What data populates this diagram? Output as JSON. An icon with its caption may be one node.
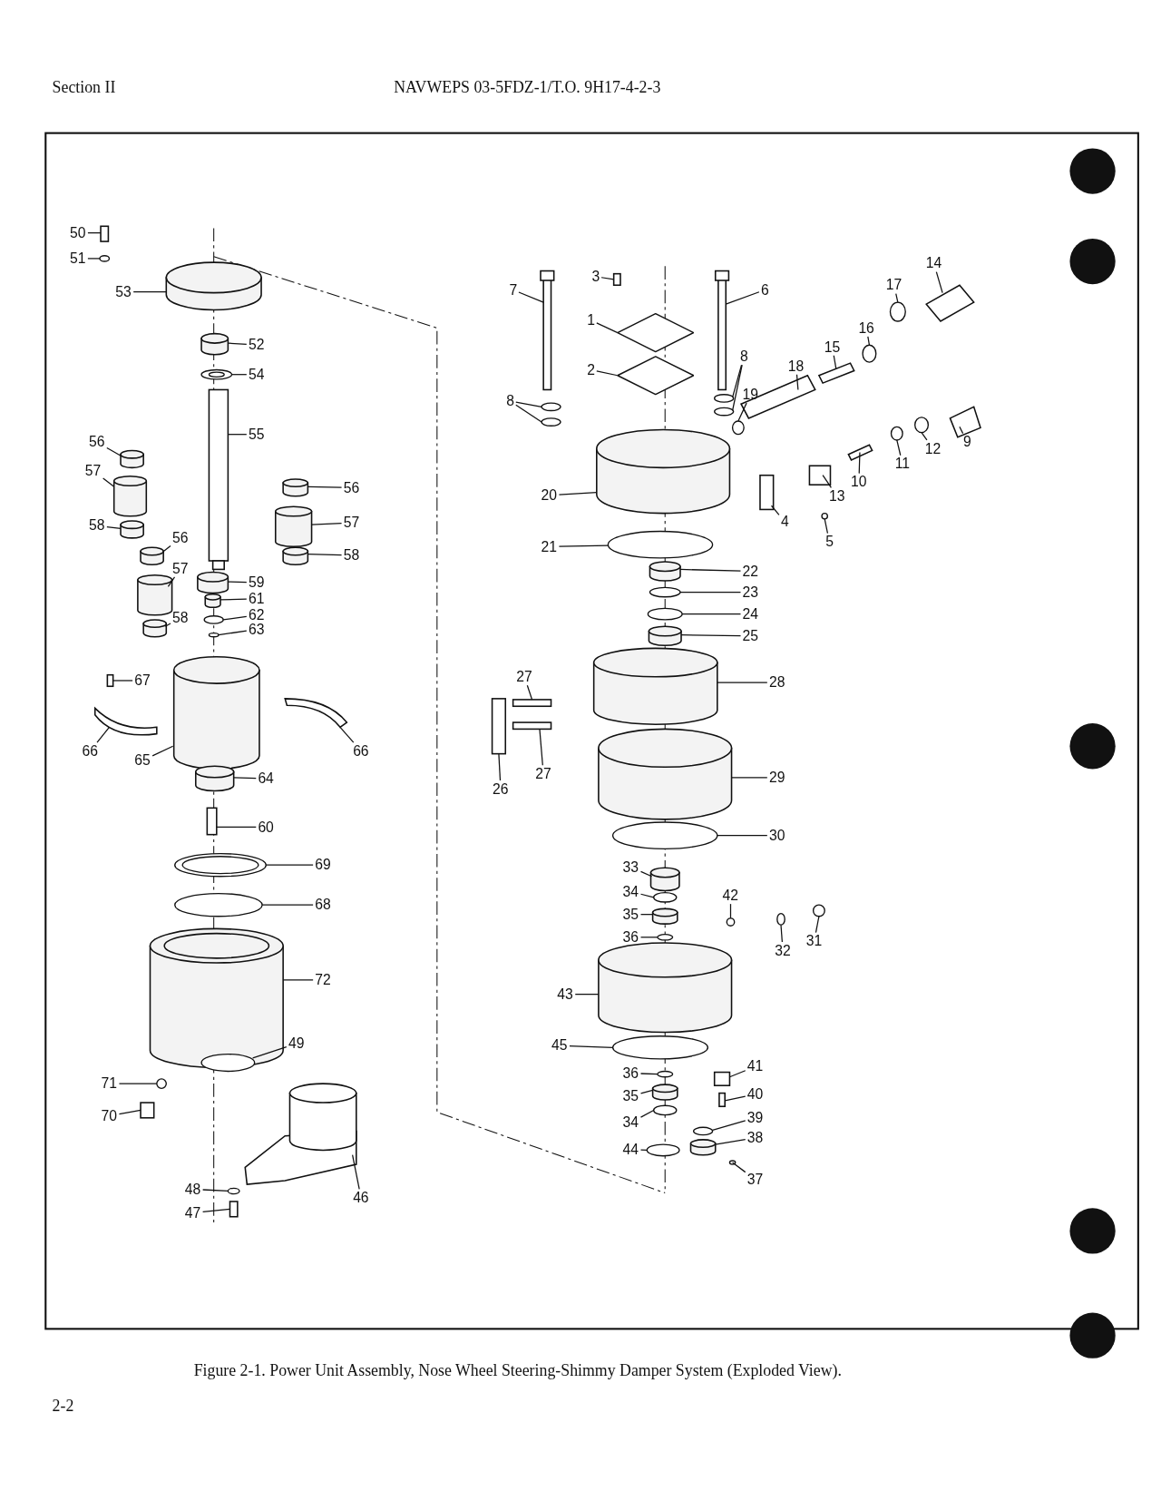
{
  "diagram": {
    "caption": "Figure 2-1. Power Unit Assembly, Nose Wheel Steering-Shimmy Damper System (Exploded View).",
    "nodes": [
      {
        "text": [
          "50"
        ]
      },
      {
        "text": [
          "51"
        ]
      },
      {
        "text": [
          "53"
        ]
      },
      {
        "text": [
          "52"
        ]
      },
      {
        "text": [
          "54"
        ]
      },
      {
        "text": [
          "55"
        ]
      },
      {
        "text": [
          "56"
        ]
      },
      {
        "text": [
          "57"
        ]
      },
      {
        "text": [
          "58"
        ]
      },
      {
        "text": [
          "56"
        ]
      },
      {
        "text": [
          "57"
        ]
      },
      {
        "text": [
          "58"
        ]
      },
      {
        "text": [
          "56"
        ]
      },
      {
        "text": [
          "57"
        ]
      },
      {
        "text": [
          "58"
        ]
      },
      {
        "text": [
          "59"
        ]
      },
      {
        "text": [
          "61"
        ]
      },
      {
        "text": [
          "62"
        ]
      },
      {
        "text": [
          "63"
        ]
      },
      {
        "text": [
          "67"
        ]
      },
      {
        "text": [
          "66"
        ]
      },
      {
        "text": [
          "65"
        ]
      },
      {
        "text": [
          "66"
        ]
      },
      {
        "text": [
          "64"
        ]
      },
      {
        "text": [
          "60"
        ]
      },
      {
        "text": [
          "69"
        ]
      },
      {
        "text": [
          "68"
        ]
      },
      {
        "text": [
          "72"
        ]
      },
      {
        "text": [
          "49"
        ]
      },
      {
        "text": [
          "71"
        ]
      },
      {
        "text": [
          "70"
        ]
      },
      {
        "text": [
          "46"
        ]
      },
      {
        "text": [
          "48"
        ]
      },
      {
        "text": [
          "47"
        ]
      },
      {
        "text": [
          "7"
        ]
      },
      {
        "text": [
          "3"
        ]
      },
      {
        "text": [
          "1"
        ]
      },
      {
        "text": [
          "2"
        ]
      },
      {
        "text": [
          "6"
        ]
      },
      {
        "text": [
          "8"
        ]
      },
      {
        "text": [
          "8"
        ]
      },
      {
        "text": [
          "14"
        ]
      },
      {
        "text": [
          "17"
        ]
      },
      {
        "text": [
          "16"
        ]
      },
      {
        "text": [
          "15"
        ]
      },
      {
        "text": [
          "18"
        ]
      },
      {
        "text": [
          "19"
        ]
      },
      {
        "text": [
          "9"
        ]
      },
      {
        "text": [
          "12"
        ]
      },
      {
        "text": [
          "11"
        ]
      },
      {
        "text": [
          "10"
        ]
      },
      {
        "text": [
          "13"
        ]
      },
      {
        "text": [
          "20"
        ]
      },
      {
        "text": [
          "4"
        ]
      },
      {
        "text": [
          "5"
        ]
      },
      {
        "text": [
          "21"
        ]
      },
      {
        "text": [
          "22"
        ]
      },
      {
        "text": [
          "23"
        ]
      },
      {
        "text": [
          "24"
        ]
      },
      {
        "text": [
          "25"
        ]
      },
      {
        "text": [
          "27"
        ]
      },
      {
        "text": [
          "28"
        ]
      },
      {
        "text": [
          "26"
        ]
      },
      {
        "text": [
          "27"
        ]
      },
      {
        "text": [
          "29"
        ]
      },
      {
        "text": [
          "30"
        ]
      },
      {
        "text": [
          "33"
        ]
      },
      {
        "text": [
          "34"
        ]
      },
      {
        "text": [
          "35"
        ]
      },
      {
        "text": [
          "36"
        ]
      },
      {
        "text": [
          "42"
        ]
      },
      {
        "text": [
          "32"
        ]
      },
      {
        "text": [
          "31"
        ]
      },
      {
        "text": [
          "43"
        ]
      },
      {
        "text": [
          "45"
        ]
      },
      {
        "text": [
          "41"
        ]
      },
      {
        "text": [
          "36"
        ]
      },
      {
        "text": [
          "40"
        ]
      },
      {
        "text": [
          "35"
        ]
      },
      {
        "text": [
          "39"
        ]
      },
      {
        "text": [
          "34"
        ]
      },
      {
        "text": [
          "38"
        ]
      },
      {
        "text": [
          "44"
        ]
      },
      {
        "text": [
          "37"
        ]
      },
      {
        "text": [],
        "shape": "box"
      },
      {
        "text": [],
        "shape": "circle"
      },
      {
        "text": [],
        "shape": "cylinder"
      },
      {
        "text": [],
        "shape": "cylinder"
      },
      {
        "text": [],
        "shape": "circle"
      },
      {
        "text": [],
        "shape": "box"
      },
      {
        "text": [],
        "shape": "cylinder"
      },
      {
        "text": [],
        "shape": "cylinder"
      },
      {
        "text": [],
        "shape": "cylinder"
      },
      {
        "text": [],
        "shape": "cylinder"
      },
      {
        "text": [],
        "shape": "cylinder"
      },
      {
        "text": [],
        "shape": "cylinder"
      },
      {
        "text": [],
        "shape": "cylinder"
      },
      {
        "text": [],
        "shape": "cylinder"
      },
      {
        "text": [],
        "shape": "cylinder"
      },
      {
        "text": [],
        "shape": "cylinder"
      },
      {
        "text": [],
        "shape": "cylinder"
      },
      {
        "text": [],
        "shape": "circle"
      },
      {
        "text": [],
        "shape": "circle"
      },
      {
        "text": [],
        "shape": "box"
      },
      {
        "text": [],
        "shape": "box"
      },
      {
        "text": [],
        "shape": "cylinder"
      },
      {
        "text": [],
        "shape": "box"
      },
      {
        "text": [],
        "shape": "cylinder"
      },
      {
        "text": [],
        "shape": "box"
      },
      {
        "text": [],
        "shape": "circle"
      },
      {
        "text": [],
        "shape": "circle"
      },
      {
        "text": [],
        "shape": "cylinder"
      },
      {
        "text": [],
        "shape": "circle"
      },
      {
        "text": [],
        "shape": "circle"
      },
      {
        "text": [],
        "shape": "box"
      },
      {
        "text": [],
        "shape": "box"
      },
      {
        "text": [],
        "shape": "circle"
      },
      {
        "text": [],
        "shape": "box"
      },
      {
        "text": [],
        "shape": "box"
      },
      {
        "text": [],
        "shape": "box"
      },
      {
        "text": [],
        "shape": "diamond"
      },
      {
        "text": [],
        "shape": "diamond"
      },
      {
        "text": [],
        "shape": "box"
      },
      {
        "text": [],
        "shape": "circle"
      },
      {
        "text": [],
        "shape": "circle"
      },
      {
        "text": [],
        "shape": "circle"
      },
      {
        "text": [],
        "shape": "circle"
      },
      {
        "text": [],
        "shape": "box"
      },
      {
        "text": [],
        "shape": "circle"
      },
      {
        "text": [],
        "shape": "circle"
      },
      {
        "text": [],
        "shape": "box"
      },
      {
        "text": [],
        "shape": "box"
      },
      {
        "text": [],
        "shape": "circle"
      },
      {
        "text": [],
        "shape": "box"
      },
      {
        "text": [],
        "shape": "circle"
      },
      {
        "text": [],
        "shape": "circle"
      },
      {
        "text": [],
        "shape": "box"
      },
      {
        "text": [],
        "shape": "box"
      },
      {
        "text": [],
        "shape": "cylinder"
      },
      {
        "text": [],
        "shape": "box"
      },
      {
        "text": [],
        "shape": "circle"
      },
      {
        "text": [],
        "shape": "circle"
      },
      {
        "text": [],
        "shape": "cylinder"
      },
      {
        "text": [],
        "shape": "circle"
      },
      {
        "text": [],
        "shape": "circle"
      },
      {
        "text": [],
        "shape": "cylinder"
      },
      {
        "text": [],
        "shape": "box"
      },
      {
        "text": [],
        "shape": "cylinder"
      },
      {
        "text": [],
        "shape": "box"
      },
      {
        "text": [],
        "shape": "box"
      },
      {
        "text": [],
        "shape": "cylinder"
      },
      {
        "text": [],
        "shape": "circle"
      },
      {
        "text": [],
        "shape": "cylinder"
      },
      {
        "text": [],
        "shape": "circle"
      },
      {
        "text": [],
        "shape": "cylinder"
      },
      {
        "text": [],
        "shape": "circle"
      },
      {
        "text": [],
        "shape": "circle"
      },
      {
        "text": [],
        "shape": "circle"
      },
      {
        "text": [],
        "shape": "circle"
      },
      {
        "text": [],
        "shape": "cylinder"
      },
      {
        "text": [],
        "shape": "circle"
      },
      {
        "text": [],
        "shape": "box"
      },
      {
        "text": [],
        "shape": "circle"
      },
      {
        "text": [],
        "shape": "box"
      },
      {
        "text": [],
        "shape": "cylinder"
      },
      {
        "text": [],
        "shape": "circle"
      },
      {
        "text": [],
        "shape": "circle"
      },
      {
        "text": [],
        "shape": "cylinder"
      },
      {
        "text": [],
        "shape": "circle"
      },
      {
        "text": [],
        "shape": "circle"
      }
    ],
    "edges": [
      {
        "from": 0,
        "to": 84,
        "arrow": "none"
      },
      {
        "from": 1,
        "to": 85,
        "arrow": "none"
      },
      {
        "from": 2,
        "to": 86,
        "arrow": "none"
      },
      {
        "from": 3,
        "to": 87,
        "arrow": "none"
      },
      {
        "from": 4,
        "to": 88,
        "arrow": "none"
      },
      {
        "from": 5,
        "to": 89,
        "arrow": "none"
      },
      {
        "from": 6,
        "to": 90,
        "arrow": "none"
      },
      {
        "from": 7,
        "to": 91,
        "arrow": "none"
      },
      {
        "from": 8,
        "to": 92,
        "arrow": "none"
      },
      {
        "from": 9,
        "to": 93,
        "arrow": "none"
      },
      {
        "from": 10,
        "to": 94,
        "arrow": "none"
      },
      {
        "from": 11,
        "to": 95,
        "arrow": "none"
      },
      {
        "from": 12,
        "to": 96,
        "arrow": "none"
      },
      {
        "from": 13,
        "to": 97,
        "arrow": "none"
      },
      {
        "from": 14,
        "to": 98,
        "arrow": "none"
      },
      {
        "from": 15,
        "to": 99,
        "arrow": "none"
      },
      {
        "from": 16,
        "to": 100,
        "arrow": "none"
      },
      {
        "from": 17,
        "to": 101,
        "arrow": "none"
      },
      {
        "from": 18,
        "to": 102,
        "arrow": "none"
      },
      {
        "from": 19,
        "to": 103,
        "arrow": "none"
      },
      {
        "from": 20,
        "to": 104,
        "arrow": "none"
      },
      {
        "from": 21,
        "to": 105,
        "arrow": "none"
      },
      {
        "from": 22,
        "to": 106,
        "arrow": "none"
      },
      {
        "from": 23,
        "to": 107,
        "arrow": "none"
      },
      {
        "from": 24,
        "to": 108,
        "arrow": "none"
      },
      {
        "from": 25,
        "to": 109,
        "arrow": "none"
      },
      {
        "from": 26,
        "to": 110,
        "arrow": "none"
      },
      {
        "from": 27,
        "to": 111,
        "arrow": "none"
      },
      {
        "from": 28,
        "to": 112,
        "arrow": "none"
      },
      {
        "from": 29,
        "to": 113,
        "arrow": "none"
      },
      {
        "from": 30,
        "to": 114,
        "arrow": "none"
      },
      {
        "from": 31,
        "to": 115,
        "arrow": "none"
      },
      {
        "from": 32,
        "to": 116,
        "arrow": "none"
      },
      {
        "from": 33,
        "to": 117,
        "arrow": "none"
      },
      {
        "from": 34,
        "to": 118,
        "arrow": "none"
      },
      {
        "from": 35,
        "to": 119,
        "arrow": "none"
      },
      {
        "from": 36,
        "to": 120,
        "arrow": "none"
      },
      {
        "from": 37,
        "to": 121,
        "arrow": "none"
      },
      {
        "from": 38,
        "to": 122,
        "arrow": "none"
      },
      {
        "from": 39,
        "to": 123,
        "arrow": "none"
      },
      {
        "from": 39,
        "to": 124,
        "arrow": "none"
      },
      {
        "from": 40,
        "to": 125,
        "arrow": "none"
      },
      {
        "from": 40,
        "to": 126,
        "arrow": "none"
      },
      {
        "from": 41,
        "to": 127,
        "arrow": "none"
      },
      {
        "from": 42,
        "to": 128,
        "arrow": "none"
      },
      {
        "from": 43,
        "to": 129,
        "arrow": "none"
      },
      {
        "from": 44,
        "to": 130,
        "arrow": "none"
      },
      {
        "from": 45,
        "to": 131,
        "arrow": "none"
      },
      {
        "from": 46,
        "to": 132,
        "arrow": "none"
      },
      {
        "from": 47,
        "to": 133,
        "arrow": "none"
      },
      {
        "from": 48,
        "to": 134,
        "arrow": "none"
      },
      {
        "from": 49,
        "to": 135,
        "arrow": "none"
      },
      {
        "from": 50,
        "to": 136,
        "arrow": "none"
      },
      {
        "from": 51,
        "to": 137,
        "arrow": "none"
      },
      {
        "from": 52,
        "to": 138,
        "arrow": "none"
      },
      {
        "from": 53,
        "to": 139,
        "arrow": "none"
      },
      {
        "from": 54,
        "to": 140,
        "arrow": "none"
      },
      {
        "from": 55,
        "to": 141,
        "arrow": "none"
      },
      {
        "from": 56,
        "to": 142,
        "arrow": "none"
      },
      {
        "from": 57,
        "to": 143,
        "arrow": "none"
      },
      {
        "from": 58,
        "to": 144,
        "arrow": "none"
      },
      {
        "from": 59,
        "to": 145,
        "arrow": "none"
      },
      {
        "from": 60,
        "to": 146,
        "arrow": "none"
      },
      {
        "from": 61,
        "to": 147,
        "arrow": "none"
      },
      {
        "from": 62,
        "to": 148,
        "arrow": "none"
      },
      {
        "from": 63,
        "to": 149,
        "arrow": "none"
      },
      {
        "from": 64,
        "to": 150,
        "arrow": "none"
      },
      {
        "from": 65,
        "to": 151,
        "arrow": "none"
      },
      {
        "from": 66,
        "to": 152,
        "arrow": "none"
      },
      {
        "from": 67,
        "to": 153,
        "arrow": "none"
      },
      {
        "from": 68,
        "to": 154,
        "arrow": "none"
      },
      {
        "from": 69,
        "to": 155,
        "arrow": "none"
      },
      {
        "from": 70,
        "to": 156,
        "arrow": "none"
      },
      {
        "from": 71,
        "to": 157,
        "arrow": "none"
      },
      {
        "from": 72,
        "to": 158,
        "arrow": "none"
      },
      {
        "from": 73,
        "to": 159,
        "arrow": "none"
      },
      {
        "from": 74,
        "to": 160,
        "arrow": "none"
      },
      {
        "from": 75,
        "to": 161,
        "arrow": "none"
      },
      {
        "from": 76,
        "to": 162,
        "arrow": "none"
      },
      {
        "from": 77,
        "to": 163,
        "arrow": "none"
      },
      {
        "from": 78,
        "to": 164,
        "arrow": "none"
      },
      {
        "from": 79,
        "to": 165,
        "arrow": "none"
      },
      {
        "from": 80,
        "to": 166,
        "arrow": "none"
      },
      {
        "from": 81,
        "to": 167,
        "arrow": "none"
      },
      {
        "from": 82,
        "to": 168,
        "arrow": "none"
      },
      {
        "from": 83,
        "to": 169,
        "arrow": "none"
      }
    ],
    "labels": [
      "Section II",
      "NAVWEPS 03-5FDZ-1/T.O. 9H17-4-2-3",
      "2-2"
    ]
  }
}
